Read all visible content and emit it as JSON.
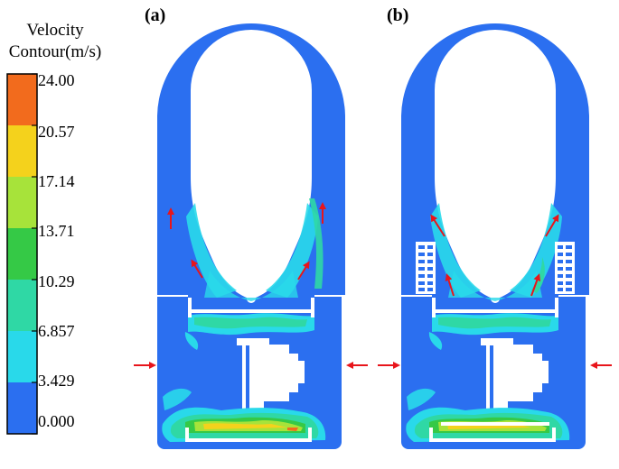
{
  "legend": {
    "title_line1": "Velocity",
    "title_line2": "Contour(m/s)",
    "ticks": [
      "24.00",
      "20.57",
      "17.14",
      "13.71",
      "10.29",
      "6.857",
      "3.429",
      "0.000"
    ],
    "band_colors": [
      "#f26b1d",
      "#f4d21c",
      "#a7e33a",
      "#35c946",
      "#2fd8a5",
      "#29d9ea",
      "#2b6ff0"
    ]
  },
  "panels": [
    {
      "label": "(a)",
      "has_grilles": false
    },
    {
      "label": "(b)",
      "has_grilles": true
    }
  ],
  "colors": {
    "background_flow": "#2b6ff0",
    "low_flow": "#29d9ea",
    "mid_flow": "#2fd8a5",
    "green_flow": "#35c946",
    "yellow_green": "#a7e33a",
    "yellow": "#f4d21c",
    "orange": "#f26b1d",
    "arrow": "#e8151b"
  }
}
